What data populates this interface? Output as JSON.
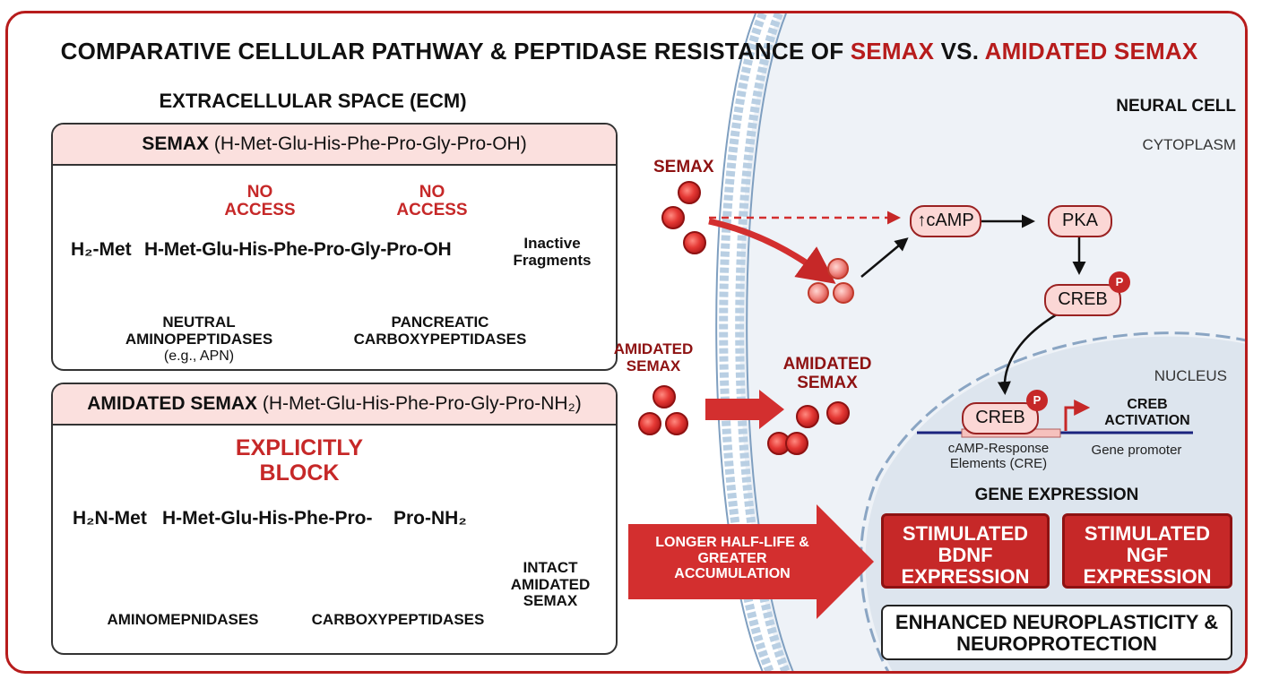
{
  "title": {
    "prefix": "COMPARATIVE CELLULAR PATHWAY & PEPTIDASE RESISTANCE OF ",
    "semax": "SEMAX",
    "mid": " VS. ",
    "amidated": "AMIDATED SEMAX"
  },
  "ecm_label": "EXTRACELLULAR SPACE (ECM)",
  "semax_panel": {
    "name": "SEMAX",
    "formula": "(H-Met-Glu-His-Phe-Pro-Gly-Pro-OH)",
    "left_fragment": "H₂-Met",
    "peptide": "H-Met-Glu-His-Phe-Pro-Gly-Pro-OH",
    "no_access_1": "NO ACCESS",
    "no_access_2": "NO ACCESS",
    "result": "Inactive Fragments",
    "enzyme_1": "NEUTRAL AMINOPEPTIDASES",
    "enzyme_1_example": "(e.g., APN)",
    "enzyme_2": "PANCREATIC CARBOXYPEPTIDASES"
  },
  "amidated_panel": {
    "name": "AMIDATED SEMAX",
    "formula": "(H-Met-Glu-His-Phe-Pro-Gly-Pro-NH₂)",
    "block_label": "EXPLICITLY BLOCK",
    "left_fragment": "H₂N-Met",
    "peptide": "H-Met-Glu-His-Phe-Pro-",
    "right_fragment": "Pro-NH₂",
    "enzyme_1": "AMINOMEPNIDASES",
    "enzyme_2": "CARBOXYPEPTIDASES",
    "result": "INTACT AMIDATED SEMAX"
  },
  "membrane": {
    "semax_label": "SEMAX",
    "amidated_label_out": "AMIDATED SEMAX",
    "amidated_label_in": "AMIDATED SEMAX",
    "halflife_label": "LONGER HALF-LIFE & GREATER ACCUMULATION"
  },
  "cell": {
    "title": "NEURAL CELL",
    "cytoplasm": "CYTOPLASM",
    "camp": "↑cAMP",
    "pka": "PKA",
    "creb": "CREB",
    "phospho": "P",
    "nucleus": "NUCLEUS",
    "creb_nuclear": "CREB",
    "creb_activation": "CREB ACTIVATION",
    "cre_label": "cAMP-Response Elements (CRE)",
    "promoter_label": "Gene promoter",
    "gene_expression": "GENE EXPRESSION",
    "bdnf": "STIMULATED BDNF EXPRESSION",
    "ngf": "STIMULATED NGF EXPRESSION",
    "outcome": "ENHANCED NEUROPLASTICITY & NEUROPROTECTION"
  },
  "colors": {
    "accent": "#b71c1c",
    "pale_red": "#fbe0de",
    "enzyme_purple": "#8a6f94",
    "enzyme_pink": "#e57373",
    "membrane_blue": "#b9cfe3",
    "cell_fill": "#eef2f7"
  }
}
